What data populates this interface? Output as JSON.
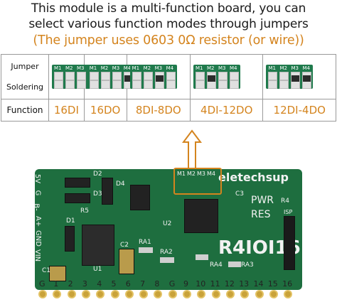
{
  "header": {
    "line1": "This module is a multi-function board, you can",
    "line2": "select various function modes through jumpers",
    "line3": "(The jumper uses 0603 0Ω resistor (or wire))"
  },
  "table": {
    "row1_label_a": "Jumper",
    "row1_label_b": "Soldering",
    "row2_label": "Function",
    "jumper_pin_labels": [
      "M1",
      "M2",
      "M3",
      "M4"
    ],
    "modes": [
      {
        "function": "16DI",
        "soldered": [
          false,
          false,
          false,
          false
        ]
      },
      {
        "function": "16DO",
        "soldered": [
          false,
          false,
          false,
          true
        ]
      },
      {
        "function": "8DI-8DO",
        "soldered": [
          false,
          false,
          true,
          false
        ]
      },
      {
        "function": "4DI-12DO",
        "soldered": [
          false,
          true,
          false,
          false
        ]
      },
      {
        "function": "12DI-4DO",
        "soldered": [
          false,
          false,
          true,
          true
        ]
      }
    ]
  },
  "board": {
    "brand": "eletechsup",
    "model": "R4IOI16",
    "pwr": "PWR",
    "res": "RES",
    "isp": "ISP",
    "labels": {
      "d1": "D1",
      "d2": "D2",
      "d3": "D3",
      "d4": "D4",
      "c1": "C1",
      "c2": "C2",
      "c3": "C3",
      "u1": "U1",
      "u2": "U2",
      "r4": "R4",
      "r5": "R5",
      "ra1": "RA1",
      "ra2": "RA2",
      "ra3": "RA3",
      "ra4": "RA4"
    },
    "left_pins": [
      "5V",
      "G",
      "B-",
      "A+",
      "GND",
      "VIN"
    ],
    "bottom_pins": [
      "G",
      "1",
      "2",
      "3",
      "4",
      "5",
      "6",
      "7",
      "8",
      "G",
      "9",
      "10",
      "11",
      "12",
      "13",
      "14",
      "15",
      "16"
    ]
  }
}
